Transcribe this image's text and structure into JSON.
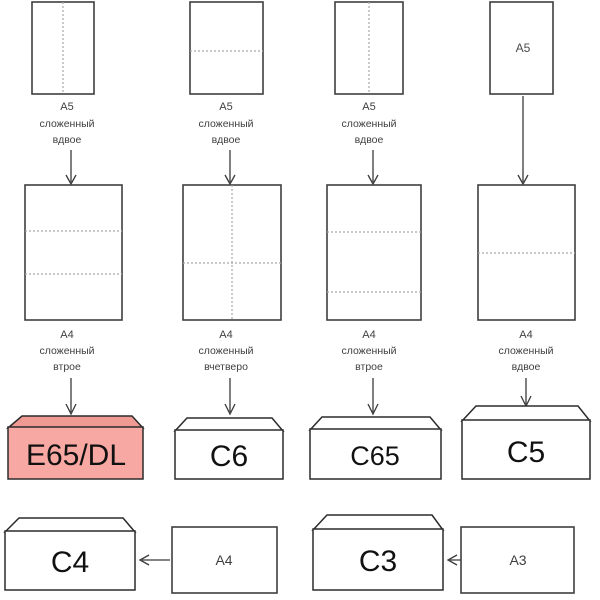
{
  "diagram": {
    "title": "Paper folding to envelope size chart",
    "colors": {
      "highlight_fill": "#f7a8a2",
      "highlight_flap": "#f09a94",
      "stroke": "#2b2b2b",
      "fold_line": "#a8a8a8",
      "background": "#ffffff"
    }
  },
  "columns": [
    {
      "id": "col-1",
      "top": {
        "sheet_label": "",
        "folds": [
          "vertical-center"
        ],
        "caption_size": "A5",
        "caption_line1": "сложенный",
        "caption_line2": "вдвое"
      },
      "middle": {
        "sheet_label": "",
        "folds": [
          "horizontal-third-1",
          "horizontal-third-2"
        ],
        "caption_size": "A4",
        "caption_line1": "сложенный",
        "caption_line2": "втрое"
      },
      "envelope": {
        "label": "E65/DL",
        "highlighted": true
      }
    },
    {
      "id": "col-2",
      "top": {
        "sheet_label": "",
        "folds": [
          "horizontal-center"
        ],
        "caption_size": "A5",
        "caption_line1": "сложенный",
        "caption_line2": "вдвое"
      },
      "middle": {
        "sheet_label": "",
        "folds": [
          "vertical-center",
          "horizontal-center"
        ],
        "caption_size": "A4",
        "caption_line1": "сложенный",
        "caption_line2": "вчетверо"
      },
      "envelope": {
        "label": "C6",
        "highlighted": false
      }
    },
    {
      "id": "col-3",
      "top": {
        "sheet_label": "",
        "folds": [
          "vertical-center"
        ],
        "caption_size": "A5",
        "caption_line1": "сложенный",
        "caption_line2": "вдвое"
      },
      "middle": {
        "sheet_label": "",
        "folds": [
          "horizontal-third-1",
          "horizontal-third-2"
        ],
        "caption_size": "A4",
        "caption_line1": "сложенный",
        "caption_line2": "втрое"
      },
      "envelope": {
        "label": "C65",
        "highlighted": false
      }
    },
    {
      "id": "col-4",
      "top": {
        "sheet_label": "A5",
        "folds": [],
        "caption_size": "",
        "caption_line1": "",
        "caption_line2": ""
      },
      "middle": {
        "sheet_label": "",
        "folds": [
          "horizontal-center"
        ],
        "caption_size": "A4",
        "caption_line1": "сложенный",
        "caption_line2": "вдвое"
      },
      "envelope": {
        "label": "C5",
        "highlighted": false
      }
    }
  ],
  "bottom_row": [
    {
      "id": "pair-c4",
      "envelope_label": "C4",
      "paper_label": "A4",
      "arrow": "left"
    },
    {
      "id": "pair-c3",
      "envelope_label": "C3",
      "paper_label": "A3",
      "arrow": "left"
    }
  ]
}
